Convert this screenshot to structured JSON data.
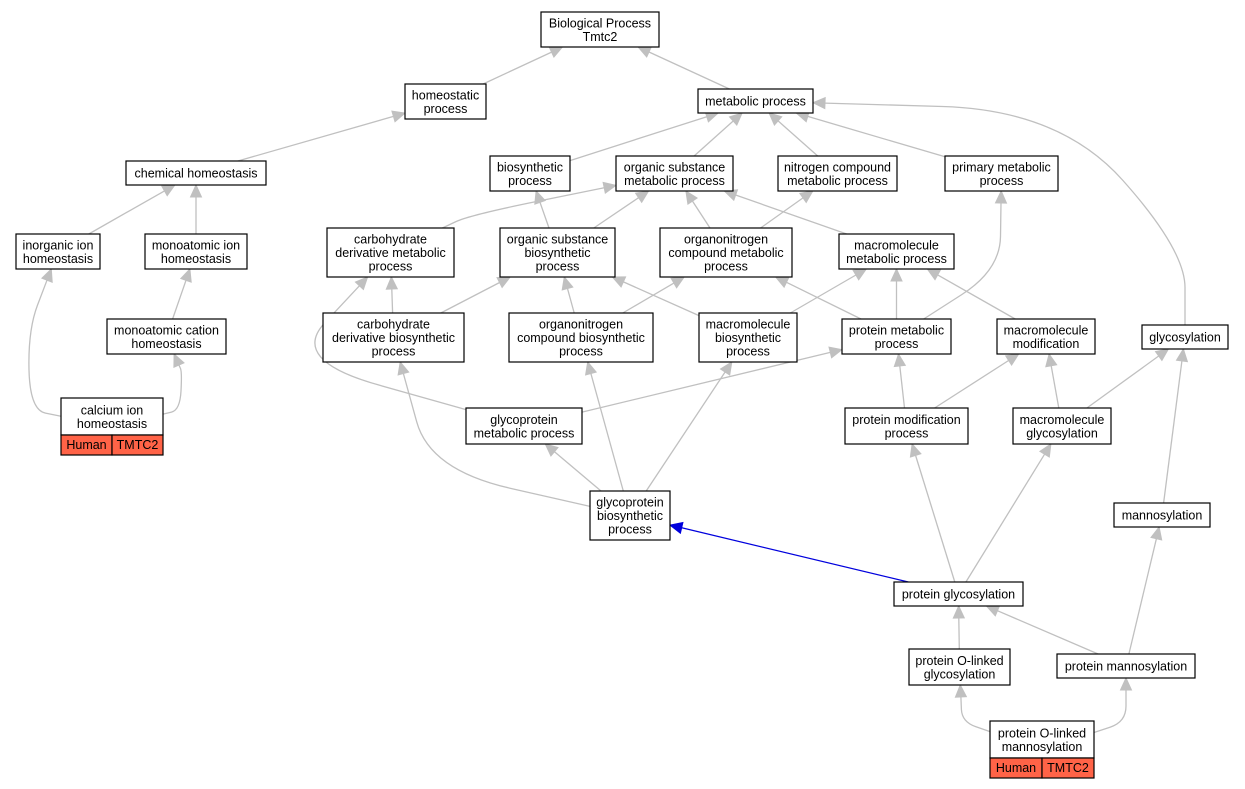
{
  "nodes": [
    {
      "id": "bp",
      "lines": [
        "Biological Process",
        "Tmtc2"
      ]
    },
    {
      "id": "homeostatic",
      "lines": [
        "homeostatic",
        "process"
      ]
    },
    {
      "id": "metabolic",
      "lines": [
        "metabolic process"
      ]
    },
    {
      "id": "chem_homeo",
      "lines": [
        "chemical homeostasis"
      ]
    },
    {
      "id": "biosynthetic",
      "lines": [
        "biosynthetic",
        "process"
      ]
    },
    {
      "id": "org_sub_met",
      "lines": [
        "organic substance",
        "metabolic process"
      ]
    },
    {
      "id": "nitrogen_met",
      "lines": [
        "nitrogen compound",
        "metabolic process"
      ]
    },
    {
      "id": "primary_met",
      "lines": [
        "primary metabolic",
        "process"
      ]
    },
    {
      "id": "inorg_ion",
      "lines": [
        "inorganic ion",
        "homeostasis"
      ]
    },
    {
      "id": "monoatomic_ion",
      "lines": [
        "monoatomic ion",
        "homeostasis"
      ]
    },
    {
      "id": "carb_deriv_met",
      "lines": [
        "carbohydrate",
        "derivative metabolic",
        "process"
      ]
    },
    {
      "id": "org_sub_bio",
      "lines": [
        "organic substance",
        "biosynthetic",
        "process"
      ]
    },
    {
      "id": "orgn_met",
      "lines": [
        "organonitrogen",
        "compound metabolic",
        "process"
      ]
    },
    {
      "id": "macro_met",
      "lines": [
        "macromolecule",
        "metabolic process"
      ]
    },
    {
      "id": "monoatomic_cat",
      "lines": [
        "monoatomic cation",
        "homeostasis"
      ]
    },
    {
      "id": "carb_deriv_bio",
      "lines": [
        "carbohydrate",
        "derivative biosynthetic",
        "process"
      ]
    },
    {
      "id": "orgn_bio",
      "lines": [
        "organonitrogen",
        "compound biosynthetic",
        "process"
      ]
    },
    {
      "id": "macro_bio",
      "lines": [
        "macromolecule",
        "biosynthetic",
        "process"
      ]
    },
    {
      "id": "protein_met",
      "lines": [
        "protein metabolic",
        "process"
      ]
    },
    {
      "id": "macro_mod",
      "lines": [
        "macromolecule",
        "modification"
      ]
    },
    {
      "id": "glycosylation",
      "lines": [
        "glycosylation"
      ]
    },
    {
      "id": "calcium",
      "lines": [
        "calcium ion",
        "homeostasis"
      ],
      "tags": [
        "Human",
        "TMTC2"
      ]
    },
    {
      "id": "glycoprot_met",
      "lines": [
        "glycoprotein",
        "metabolic process"
      ]
    },
    {
      "id": "prot_mod",
      "lines": [
        "protein modification",
        "process"
      ]
    },
    {
      "id": "macro_glyco",
      "lines": [
        "macromolecule",
        "glycosylation"
      ]
    },
    {
      "id": "glycoprot_bio",
      "lines": [
        "glycoprotein",
        "biosynthetic",
        "process"
      ]
    },
    {
      "id": "mannosylation",
      "lines": [
        "mannosylation"
      ]
    },
    {
      "id": "prot_glyco",
      "lines": [
        "protein glycosylation"
      ]
    },
    {
      "id": "prot_o_glyco",
      "lines": [
        "protein O-linked",
        "glycosylation"
      ]
    },
    {
      "id": "prot_manno",
      "lines": [
        "protein mannosylation"
      ]
    },
    {
      "id": "prot_o_manno",
      "lines": [
        "protein O-linked",
        "mannosylation"
      ],
      "tags": [
        "Human",
        "TMTC2"
      ]
    }
  ],
  "edges": [
    {
      "from": "homeostatic",
      "to": "bp"
    },
    {
      "from": "metabolic",
      "to": "bp"
    },
    {
      "from": "chem_homeo",
      "to": "homeostatic"
    },
    {
      "from": "biosynthetic",
      "to": "metabolic"
    },
    {
      "from": "org_sub_met",
      "to": "metabolic"
    },
    {
      "from": "nitrogen_met",
      "to": "metabolic"
    },
    {
      "from": "primary_met",
      "to": "metabolic"
    },
    {
      "from": "glycosylation",
      "to": "metabolic"
    },
    {
      "from": "inorg_ion",
      "to": "chem_homeo"
    },
    {
      "from": "monoatomic_ion",
      "to": "chem_homeo"
    },
    {
      "from": "monoatomic_cat",
      "to": "monoatomic_ion"
    },
    {
      "from": "calcium",
      "to": "inorg_ion"
    },
    {
      "from": "calcium",
      "to": "monoatomic_cat"
    },
    {
      "from": "carb_deriv_met",
      "to": "org_sub_met"
    },
    {
      "from": "org_sub_bio",
      "to": "biosynthetic"
    },
    {
      "from": "org_sub_bio",
      "to": "org_sub_met"
    },
    {
      "from": "orgn_met",
      "to": "org_sub_met"
    },
    {
      "from": "orgn_met",
      "to": "nitrogen_met"
    },
    {
      "from": "macro_met",
      "to": "org_sub_met"
    },
    {
      "from": "carb_deriv_bio",
      "to": "carb_deriv_met"
    },
    {
      "from": "carb_deriv_bio",
      "to": "org_sub_bio"
    },
    {
      "from": "orgn_bio",
      "to": "org_sub_bio"
    },
    {
      "from": "orgn_bio",
      "to": "orgn_met"
    },
    {
      "from": "macro_bio",
      "to": "org_sub_bio"
    },
    {
      "from": "macro_bio",
      "to": "macro_met"
    },
    {
      "from": "protein_met",
      "to": "orgn_met"
    },
    {
      "from": "protein_met",
      "to": "macro_met"
    },
    {
      "from": "protein_met",
      "to": "primary_met"
    },
    {
      "from": "macro_mod",
      "to": "macro_met"
    },
    {
      "from": "glycoprot_met",
      "to": "carb_deriv_met"
    },
    {
      "from": "glycoprot_met",
      "to": "protein_met"
    },
    {
      "from": "prot_mod",
      "to": "protein_met"
    },
    {
      "from": "prot_mod",
      "to": "macro_mod"
    },
    {
      "from": "macro_glyco",
      "to": "macro_mod"
    },
    {
      "from": "macro_glyco",
      "to": "glycosylation"
    },
    {
      "from": "glycoprot_bio",
      "to": "glycoprot_met"
    },
    {
      "from": "glycoprot_bio",
      "to": "carb_deriv_bio"
    },
    {
      "from": "glycoprot_bio",
      "to": "orgn_bio"
    },
    {
      "from": "glycoprot_bio",
      "to": "macro_bio"
    },
    {
      "from": "mannosylation",
      "to": "glycosylation"
    },
    {
      "from": "prot_glyco",
      "to": "glycoprot_bio",
      "highlight": true
    },
    {
      "from": "prot_glyco",
      "to": "prot_mod"
    },
    {
      "from": "prot_glyco",
      "to": "macro_glyco"
    },
    {
      "from": "prot_o_glyco",
      "to": "prot_glyco"
    },
    {
      "from": "prot_manno",
      "to": "prot_glyco"
    },
    {
      "from": "prot_manno",
      "to": "mannosylation"
    },
    {
      "from": "prot_o_manno",
      "to": "prot_o_glyco"
    },
    {
      "from": "prot_o_manno",
      "to": "prot_manno"
    }
  ],
  "colors": {
    "edge": "#c0c0c0",
    "highlight_edge": "#0000dd",
    "tag_fill": "#ff6347"
  }
}
